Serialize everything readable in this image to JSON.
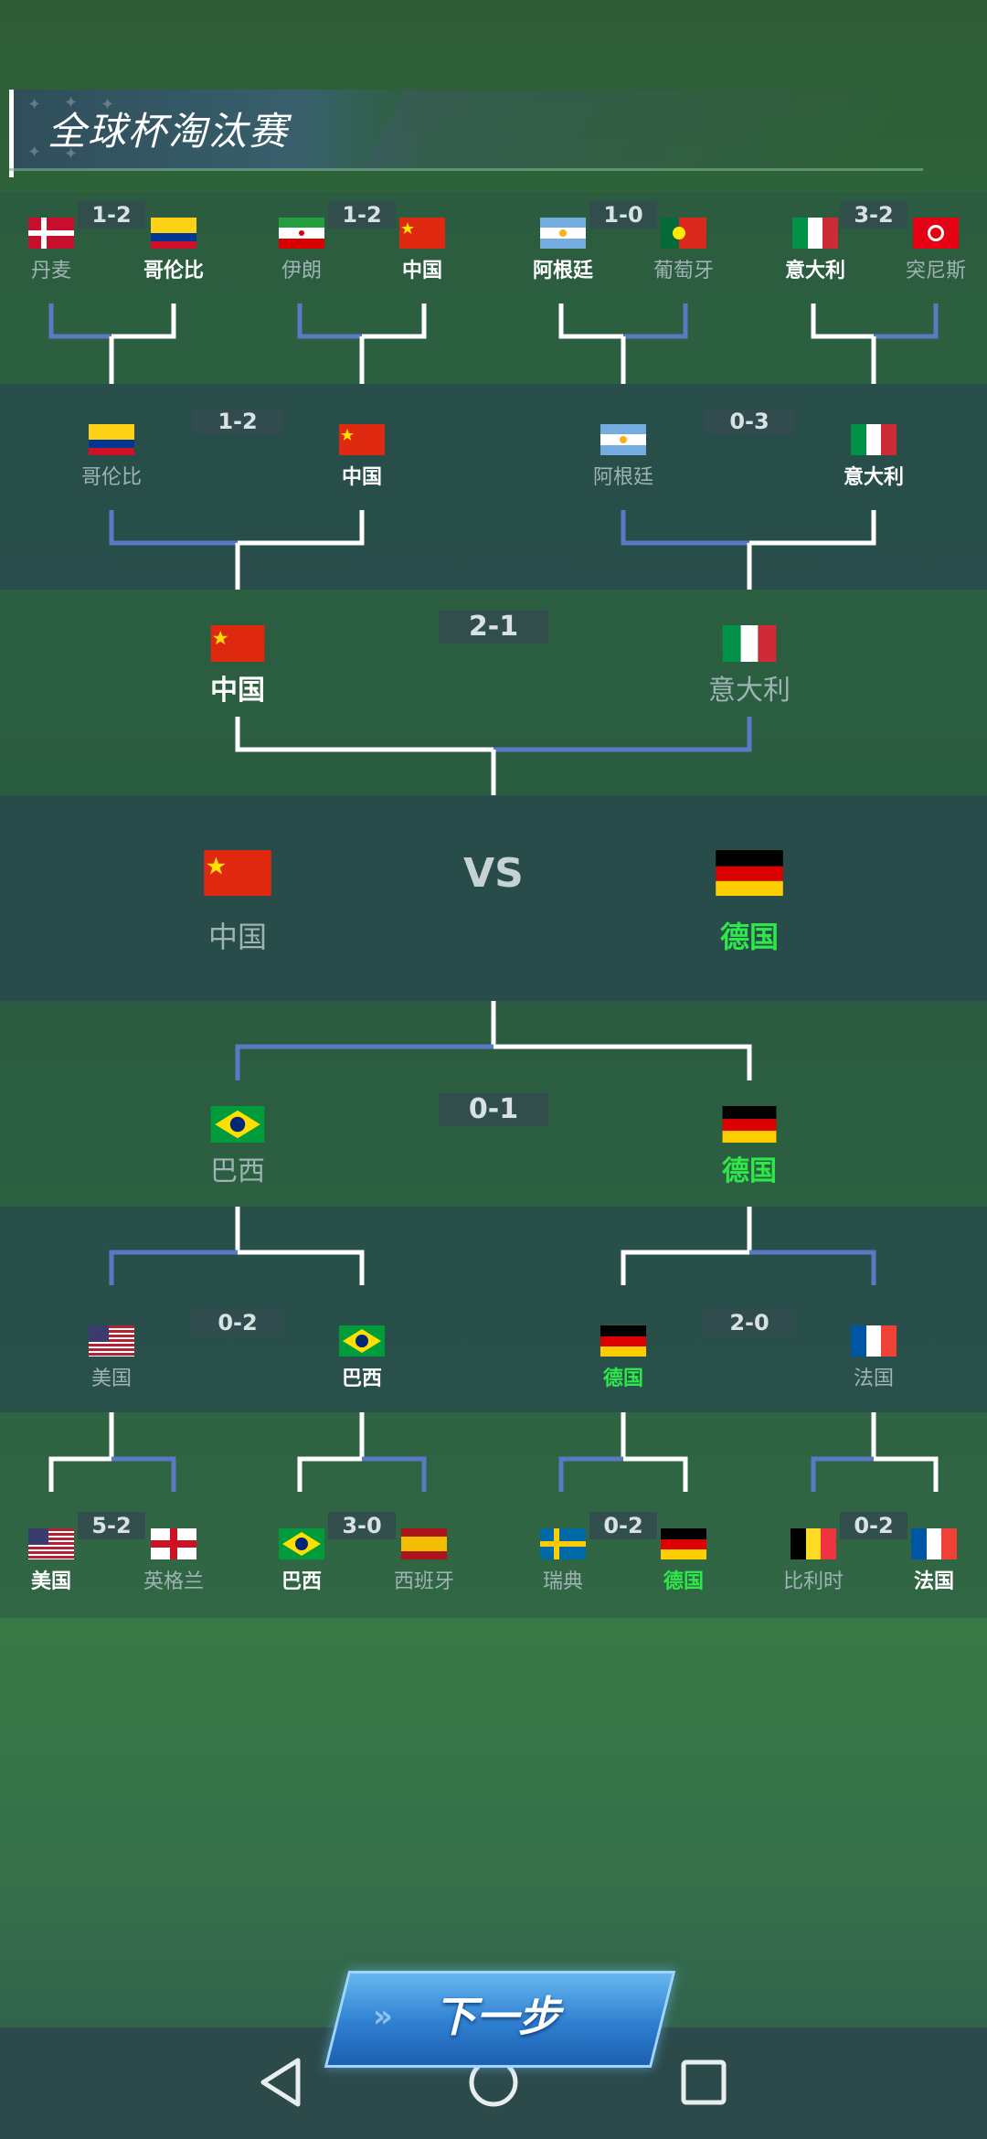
{
  "header": {
    "title": "全球杯淘汰赛"
  },
  "colors": {
    "winner_green": "#2ee84a",
    "loser_grey": "#9fb3b5",
    "line_white": "#ffffff",
    "line_blue": "#5b78c4"
  },
  "round_of_16_top": [
    {
      "score": "1-2",
      "home": "丹麦",
      "away": "哥伦比",
      "winner": "away"
    },
    {
      "score": "1-2",
      "home": "伊朗",
      "away": "中国",
      "winner": "away"
    },
    {
      "score": "1-0",
      "home": "阿根廷",
      "away": "葡萄牙",
      "winner": "home"
    },
    {
      "score": "3-2",
      "home": "意大利",
      "away": "突尼斯",
      "winner": "home"
    }
  ],
  "quarterfinals_top": [
    {
      "score": "1-2",
      "home": "哥伦比",
      "away": "中国",
      "winner": "away"
    },
    {
      "score": "0-3",
      "home": "阿根廷",
      "away": "意大利",
      "winner": "away"
    }
  ],
  "semifinal_top": {
    "score": "2-1",
    "home": "中国",
    "away": "意大利",
    "winner": "home"
  },
  "final": {
    "vs": "VS",
    "home": "中国",
    "away": "德国"
  },
  "semifinal_bottom": {
    "score": "0-1",
    "home": "巴西",
    "away": "德国",
    "winner": "away"
  },
  "quarterfinals_bottom": [
    {
      "score": "0-2",
      "home": "美国",
      "away": "巴西",
      "winner": "away"
    },
    {
      "score": "2-0",
      "home": "德国",
      "away": "法国",
      "winner": "home"
    }
  ],
  "round_of_16_bottom": [
    {
      "score": "5-2",
      "home": "美国",
      "away": "英格兰",
      "winner": "home"
    },
    {
      "score": "3-0",
      "home": "巴西",
      "away": "西班牙",
      "winner": "home"
    },
    {
      "score": "0-2",
      "home": "瑞典",
      "away": "德国",
      "winner": "away"
    },
    {
      "score": "0-2",
      "home": "比利时",
      "away": "法国",
      "winner": "away"
    }
  ],
  "next_button": {
    "label": "下一步"
  },
  "navbar": {
    "back_icon": "triangle-back-icon",
    "home_icon": "circle-home-icon",
    "recents_icon": "square-recents-icon"
  }
}
